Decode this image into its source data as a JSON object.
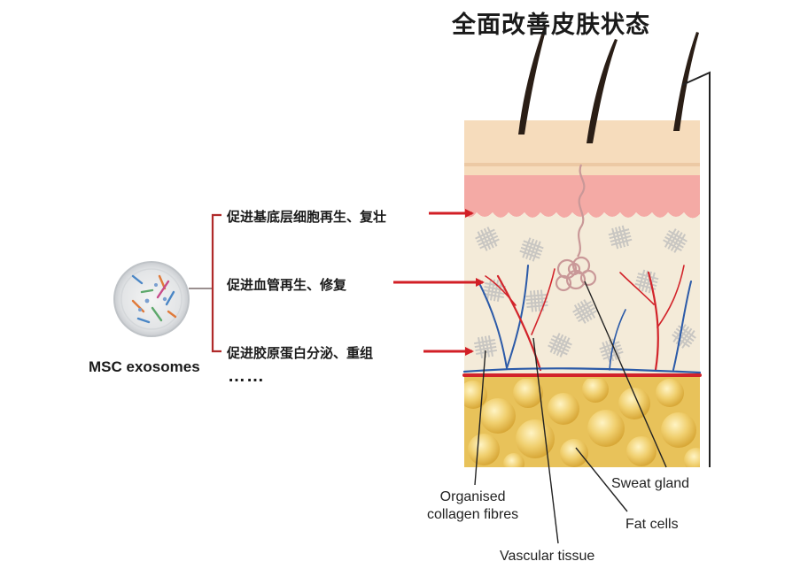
{
  "title": "全面改善皮肤状态",
  "source": {
    "label": "MSC exosomes"
  },
  "effects": [
    "促进基底层细胞再生、复壮",
    "促进血管再生、修复",
    "促进胶原蛋白分泌、重组"
  ],
  "more": "……",
  "annotations": {
    "collagen": [
      "Organised",
      "collagen fibres"
    ],
    "sweat_gland": "Sweat gland",
    "fat_cells": "Fat cells",
    "vascular": "Vascular tissue"
  },
  "colors": {
    "arrow": "#d21f26",
    "bracket": "#b02a2a",
    "epidermis_top": "#f6dcbc",
    "epidermis_pink": "#f4aaa5",
    "dermis": "#f4ebd9",
    "fat": "#e8c25a",
    "hair": "#2a1e16",
    "artery": "#d2232a",
    "vein": "#2b5aa8"
  }
}
